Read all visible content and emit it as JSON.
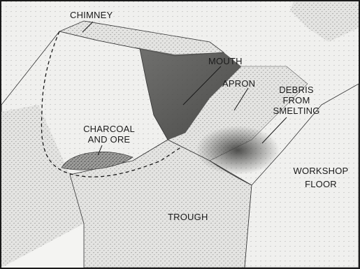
{
  "labels": {
    "chimney": "CHIMNEY",
    "mouth": "MOUTH",
    "apron": "APRON",
    "debris_1": "DEBRIS",
    "debris_2": "FROM",
    "debris_3": "SMELTING",
    "charcoal_1": "CHARCOAL",
    "charcoal_2": "AND ORE",
    "workshop_1": "WORKSHOP",
    "workshop_2": "FLOOR",
    "trough": "TROUGH"
  },
  "colors": {
    "ink": "#1a1a1a",
    "paper": "#f4f4f2",
    "shade_light": "#d6d6d4",
    "shade_mid": "#9a9a98",
    "shade_dark": "#4a4a48"
  }
}
